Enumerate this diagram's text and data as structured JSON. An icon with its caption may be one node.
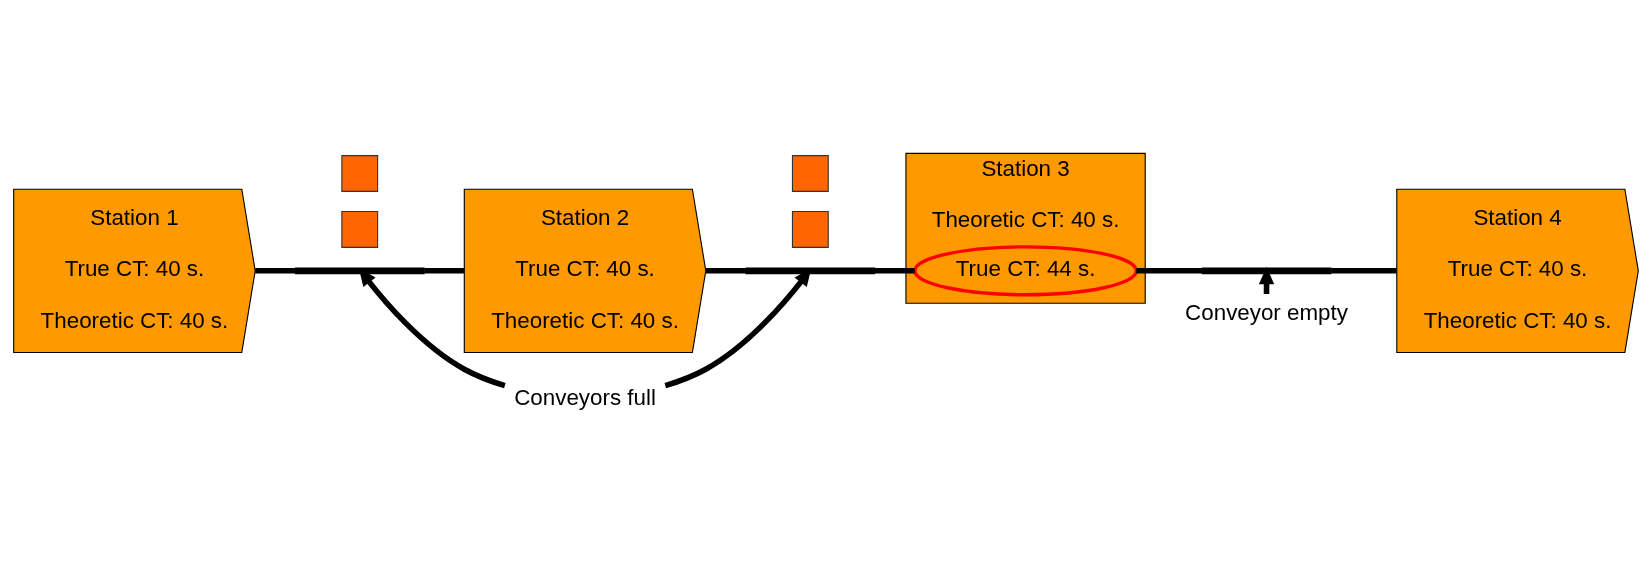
{
  "diagram": {
    "nodes": [
      {
        "text": [
          "Station 1",
          "True CT: 40 s.",
          "Theoretic CT: 40 s."
        ]
      },
      {
        "text": [],
        "shape": "box"
      },
      {
        "text": [],
        "shape": "box"
      },
      {
        "text": [],
        "shape": "bar"
      },
      {
        "text": [
          "Station 2",
          "True CT: 40 s.",
          "Theoretic CT: 40 s."
        ]
      },
      {
        "text": [],
        "shape": "box"
      },
      {
        "text": [],
        "shape": "box"
      },
      {
        "text": [],
        "shape": "bar"
      },
      {
        "text": [
          "Station 3",
          "Theoretic CT: 40 s."
        ]
      },
      {
        "text": [
          "True CT: 44 s."
        ],
        "in": 8
      },
      {
        "text": [],
        "shape": "bar"
      },
      {
        "text": [
          "Station 4",
          "True CT: 40 s.",
          "Theoretic CT: 40 s."
        ]
      },
      {
        "text": [
          "Conveyors full"
        ]
      },
      {
        "text": [
          "Conveyor empty"
        ]
      }
    ],
    "edges": [
      {
        "from": 0,
        "to": 3,
        "arrow": "none"
      },
      {
        "from": 3,
        "to": 4,
        "arrow": "none"
      },
      {
        "from": 4,
        "to": 7,
        "arrow": "none"
      },
      {
        "from": 7,
        "to": 9,
        "arrow": "none"
      },
      {
        "from": 9,
        "to": 10,
        "arrow": "none"
      },
      {
        "from": 10,
        "to": 11,
        "arrow": "none"
      },
      {
        "from": 12,
        "to": 3,
        "arrow": "to"
      },
      {
        "from": 12,
        "to": 7,
        "arrow": "to"
      },
      {
        "from": 13,
        "to": 10,
        "arrow": "to"
      }
    ]
  }
}
